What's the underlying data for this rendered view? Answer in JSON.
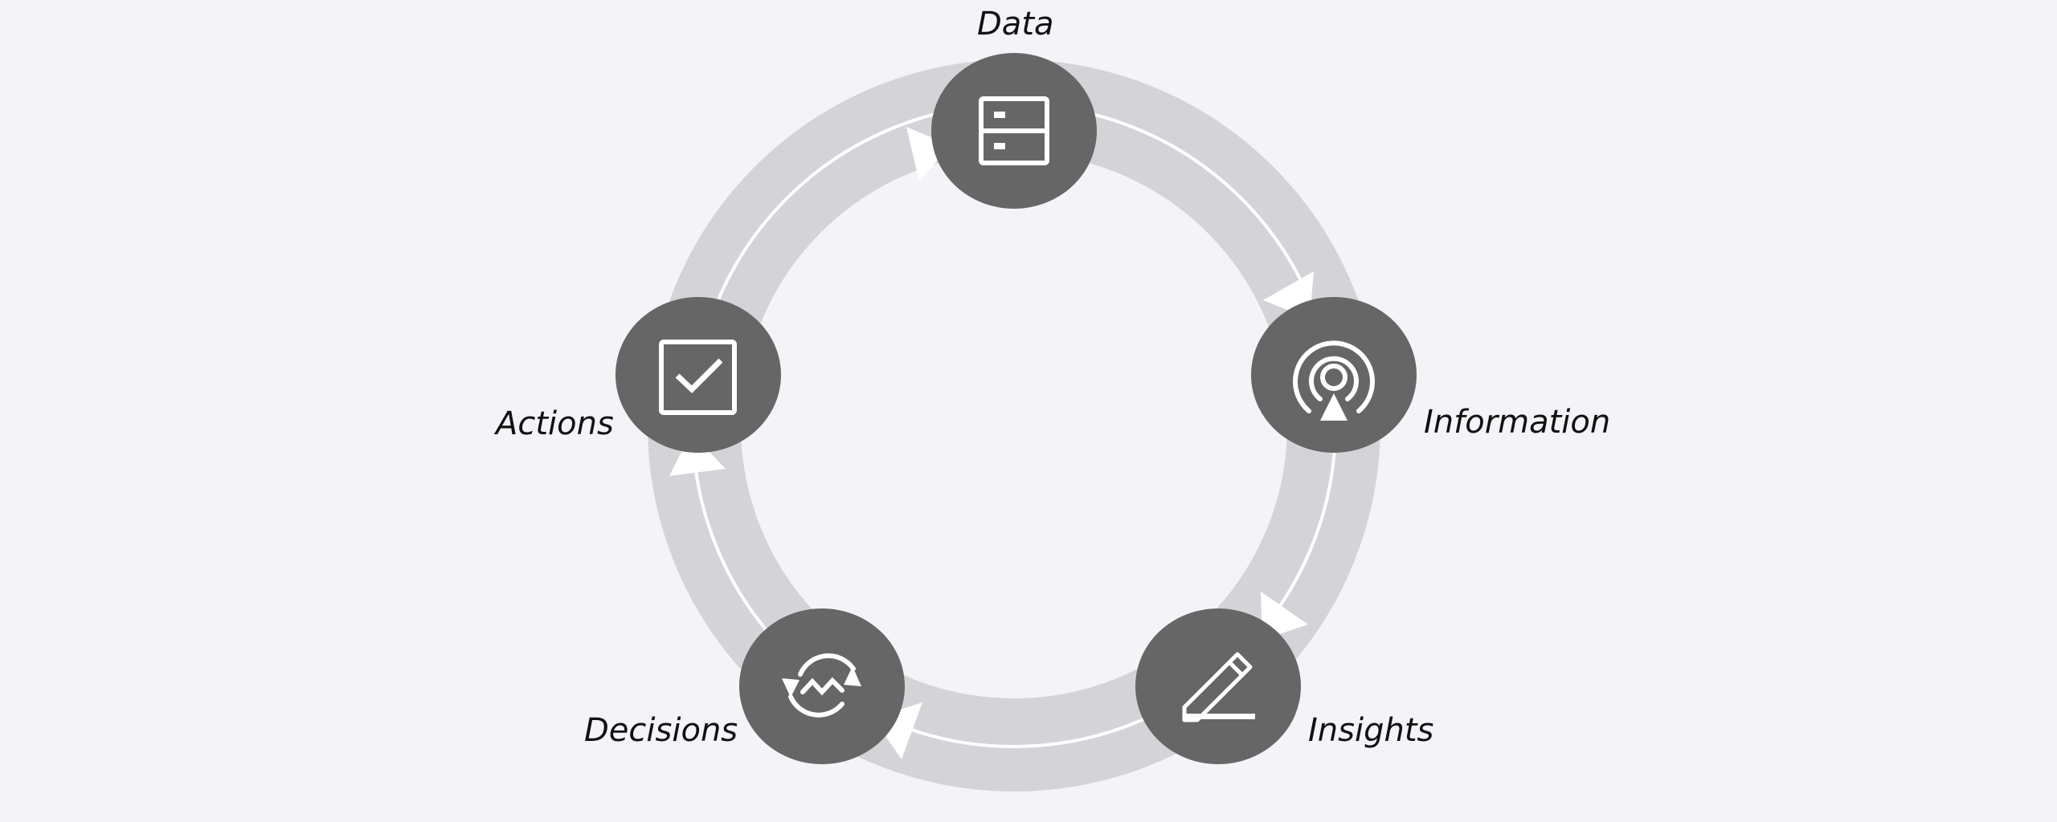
{
  "diagram": {
    "type": "cycle",
    "stages": [
      {
        "id": "data",
        "label": "Data",
        "icon": "server-icon"
      },
      {
        "id": "information",
        "label": "Information",
        "icon": "broadcast-icon"
      },
      {
        "id": "insights",
        "label": "Insights",
        "icon": "pencil-icon"
      },
      {
        "id": "decisions",
        "label": "Decisions",
        "icon": "refresh-trend-icon"
      },
      {
        "id": "actions",
        "label": "Actions",
        "icon": "checkbox-icon"
      }
    ],
    "flow": "clockwise"
  },
  "colors": {
    "background": "#f4f4f8",
    "ring": "#d4d4d8",
    "node": "#666666",
    "icon": "#ffffff",
    "arrow": "#ffffff",
    "text": "#111111"
  }
}
